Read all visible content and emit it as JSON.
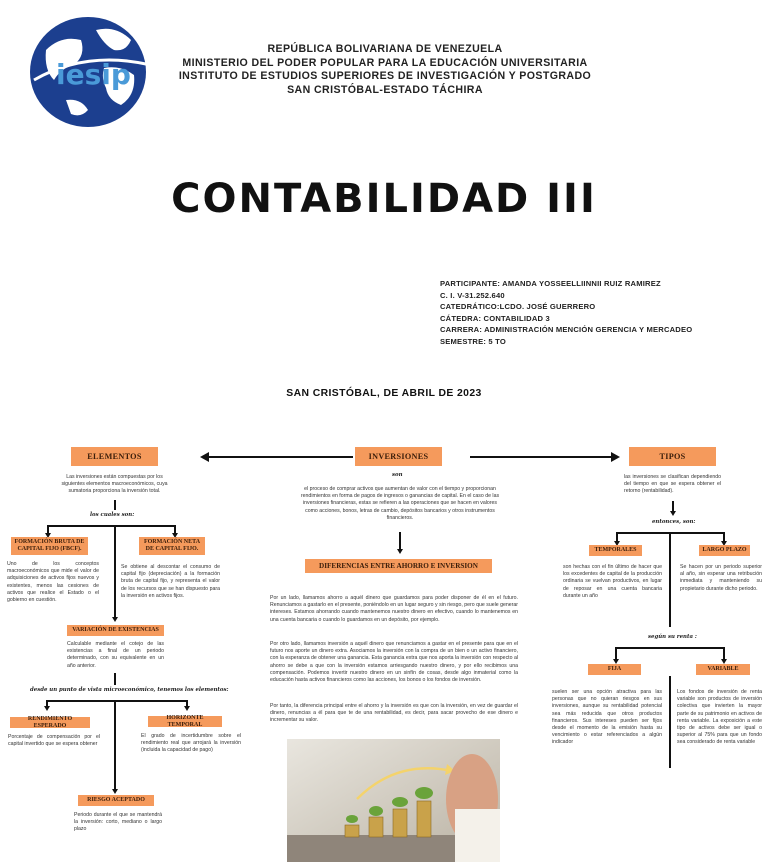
{
  "header": {
    "logo_text": "iesip",
    "lines": [
      "REPÚBLICA BOLIVARIANA DE VENEZUELA",
      "MINISTERIO DEL PODER POPULAR PARA LA EDUCACIÓN UNIVERSITARIA",
      "INSTITUTO DE ESTUDIOS SUPERIORES DE INVESTIGACIÓN Y POSTGRADO",
      "SAN CRISTÓBAL-ESTADO TÁCHIRA"
    ]
  },
  "title": "CONTABILIDAD III",
  "info": {
    "participante": "PARTICIPANTE: AMANDA YOSSEELLIINNII RUIZ RAMIREZ",
    "ci": "C. I. V-31.252.640",
    "catedratico": "CATEDRÁTICO:LCDO. JOSÉ GUERRERO",
    "catedra": "CÁTEDRA: CONTABILIDAD 3",
    "carrera": "CARRERA: ADMINISTRACIÓN MENCIÓN GERENCIA Y MERCADEO",
    "semestre": "SEMESTRE: 5 TO"
  },
  "date": "SAN CRISTÓBAL, DE ABRIL DE 2023",
  "center": {
    "title": "INVERSIONES",
    "connector": "son",
    "definition": "el proceso de comprar activos que aumentan de valor con el tiempo y proporcionan rendimientos en forma de pagos de ingresos o ganancias de capital. En el caso de las inversiones financieras, estas se refieren a las operaciones que se hacen en valores como acciones, bonos, letras de cambio, depósitos bancarios y otros instrumentos financieros.",
    "diff_title": "DIFERENCIAS ENTRE AHORRO E INVERSION",
    "p1": "Por un lado, llamamos ahorro a aquél dinero que guardamos para poder disponer de él en el futuro. Renunciamos a gastarlo en el presente, poniéndolo en un lugar seguro y sin riesgo, pero que suele generar intereses. Estamos ahorrando cuando mantenemos nuestro dinero en efectivo, cuando lo mantenemos en una cuenta bancaria o cuando lo guardamos en un depósito, por ejemplo.",
    "p2": "Por otro lado, llamamos inversión a aquél dinero que renunciamos a gastar en el presente para que en el futuro nos aporte un dinero extra. Asociamos la inversión con la compra de un bien o un activo financiero, con la esperanza de obtener una ganancia. Esta ganancia extra que nos aporta la inversión con respecto al ahorro se debe a que con la inversión estamos arriesgando nuestro dinero, y por ello recibimos una compensación. Podemos invertir nuestro dinero en un sinfín de cosas, desde algo inmaterial como la educación hasta activos financieros como las acciones, los bonos o los fondos de inversión.",
    "p3": "Por tanto, la diferencia principal entre el ahorro y la inversión es que con la inversión, en vez de guardar el dinero, renuncias a él para que te de una rentabilidad, es decir, para sacar provecho de ese dinero e incrementar su valor."
  },
  "left": {
    "title": "ELEMENTOS",
    "intro": "Las inversiones están compuestas por los siguientes elementos macroeconómicos, cuya sumatoria proporciona la inversión total.",
    "connector1": "los cuales son:",
    "fbcf_title": "FORMACIÓN BRUTA DE CAPITAL FIJO (FBCF).",
    "fbcf_text": "Uno de los conceptos macroeconómicos que mide el valor de adquisiciones de activos fijos nuevos y existentes, menos las cesiones de activos que realice el Estado o el gobierno en cuestión.",
    "fncf_title": "FORMACIÓN NETA DE CAPITAL FIJO.",
    "fncf_text": "Se obtiene al descontar el consumo de capital fijo (depreciación) a la formación bruta de capital fijo, y representa el valor de los recursos que se han dispuesto para la inversión en activos fijos.",
    "var_title": "VARIACIÓN DE EXISTENCIAS",
    "var_text": "Calculable mediante el cotejo de las existencias a final de un periodo determinado, con su equivalente en un año anterior.",
    "connector2": "desde un punto de vista microeconómico, tenemos los elementos:",
    "rend_title": "RENDIMIENTO ESPERADO",
    "rend_text": "Porcentaje de compensación por el capital invertido que se espera obtener",
    "hor_title": "HORIZONTE TEMPORAL",
    "hor_text": "El grado de incertidumbre sobre el rendimiento real que arrojará la inversión (incluida la capacidad de pago)",
    "riesgo_title": "RIESGO ACEPTADO",
    "riesgo_text": "Periodo durante el que se mantendrá la inversión: corto, mediano o largo plazo"
  },
  "right": {
    "title": "TIPOS",
    "intro": "las inversiones se clasifican dependiendo del tiempo en que se espera obtener el retorno (rentabilidad).",
    "connector1": "entonces, son:",
    "temp_title": "TEMPORALES",
    "temp_text": "son hechas con el fin último de hacer que los excedentes de capital de la producción ordinaria se vuelvan productivos, en lugar de reposar en una cuenta bancaria durante un año",
    "largo_title": "LARGO PLAZO",
    "largo_text": "Se hacen por un periodo superior al año, sin esperar una retribución inmediata y manteniendo su propietario durante dicho periodo.",
    "connector2": "según su renta :",
    "fija_title": "FIJA",
    "fija_text": "suelen ser una opción atractiva para las personas que no quieran riesgos en sus inversiones, aunque su rentabilidad potencial sea más reducida que otros productos financieros. Sus intereses pueden ser fijos desde el momento de la emisión hasta su vencimiento o estar referenciados a algún indicador",
    "var_title": "VARIABLE",
    "var_text": "Los fondos de inversión de renta variable son productos de inversión colectiva que invierten la mayor parte de su patrimonio en activos de renta variable. La exposición a este tipo de activos debe ser igual o superior al 75% para que un fondo sea considerado de renta variable"
  },
  "colors": {
    "accent": "#f59a5c",
    "logo_blue": "#1c3f8f",
    "text": "#111111"
  }
}
